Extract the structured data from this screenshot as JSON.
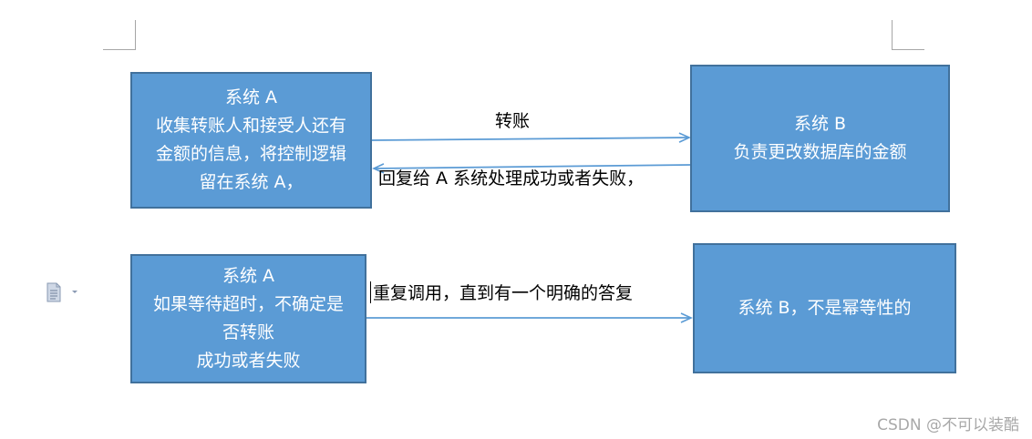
{
  "diagram": {
    "top": {
      "system_a": {
        "lines": [
          "系统 A",
          "收集转账人和接受人还有",
          "金额的信息，将控制逻辑",
          "留在系统 A，"
        ]
      },
      "system_b": {
        "lines": [
          "系统 B",
          "负责更改数据库的金额"
        ]
      },
      "arrow_forward_label": "转账",
      "arrow_back_label": "回复给 A 系统处理成功或者失败，"
    },
    "bottom": {
      "system_a": {
        "lines": [
          "系统 A",
          "如果等待超时，不确定是",
          "否转账",
          "成功或者失败"
        ]
      },
      "system_b": {
        "lines": [
          "系统 B，不是幂等性的"
        ]
      },
      "arrow_label": "重复调用，直到有一个明确的答复"
    }
  },
  "ui": {
    "paste_options_icon": "clipboard-paste-icon",
    "watermark": "CSDN @不可以装酷"
  },
  "colors": {
    "box_fill": "#5b9bd5",
    "box_border": "#41719c",
    "arrow": "#5b9bd5"
  }
}
